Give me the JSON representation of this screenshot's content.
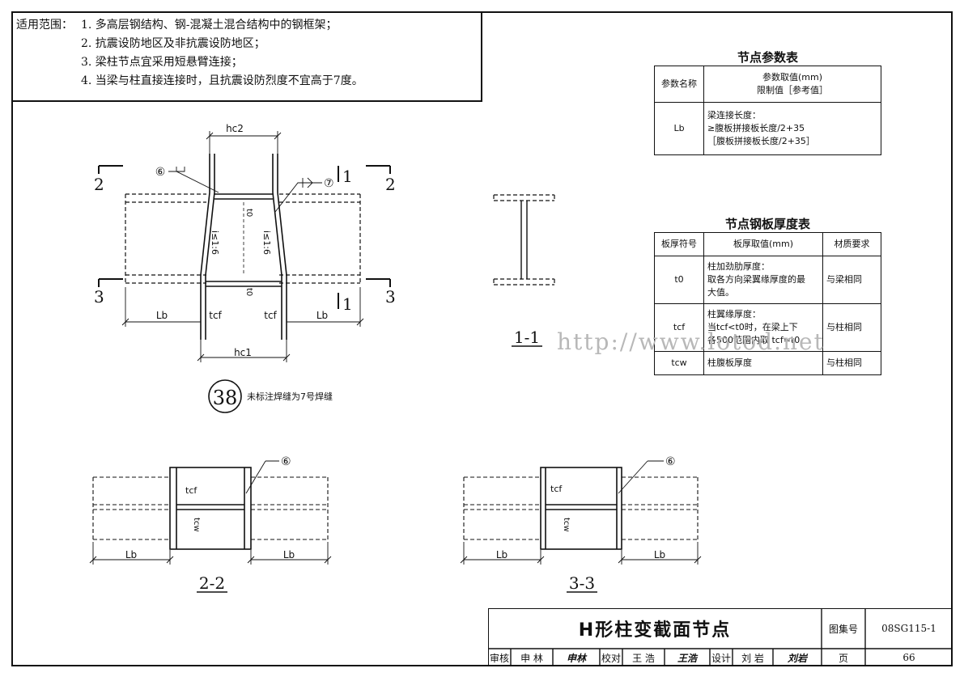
{
  "scope": {
    "lead": "适用范围：",
    "items": [
      "1. 多高层钢结构、钢-混凝土混合结构中的钢框架；",
      "2. 抗震设防地区及非抗震设防地区；",
      "3. 梁柱节点宜采用短悬臂连接；",
      "4. 当梁与柱直接连接时，且抗震设防烈度不宜高于7度。"
    ]
  },
  "param_table": {
    "title": "节点参数表",
    "head_name": "参数名称",
    "head_value_1": "参数取值(mm)",
    "head_value_2": "限制值［参考值］",
    "row_name": "Lb",
    "row_lines": [
      "梁连接长度：",
      "≥腹板拼接板长度/2+35",
      "［腹板拼接板长度/2+35］"
    ]
  },
  "plate_table": {
    "title": "节点钢板厚度表",
    "headers": [
      "板厚符号",
      "板厚取值(mm)",
      "材质要求"
    ],
    "rows": [
      {
        "sym": "t0",
        "lines": [
          "柱加劲肋厚度：",
          "取各方向梁翼缘厚度的最",
          "大值。"
        ],
        "mat": "与梁相同"
      },
      {
        "sym": "tcf",
        "lines": [
          "柱翼缘厚度：",
          "当tcf<t0时，在梁上下",
          "各500范围内取 tcf=t0"
        ],
        "mat": "与柱相同"
      },
      {
        "sym": "tcw",
        "lines": [
          "柱腹板厚度"
        ],
        "mat": "与柱相同"
      }
    ]
  },
  "elevation": {
    "hc2": "hc2",
    "hc1": "hc1",
    "lb": "Lb",
    "tcf": "tcf",
    "slope": "i≤1:6",
    "t0": "t0",
    "weld6": "⑥",
    "weld7": "⑦",
    "sec1": "1",
    "sec2": "2",
    "sec3": "3",
    "node_no": "38",
    "note": "未标注焊缝为7号焊缝"
  },
  "section11": {
    "label": "1-1"
  },
  "section22": {
    "label": "2-2",
    "lb": "Lb",
    "tcf": "tcf",
    "tcw": "tcw",
    "weld": "⑥"
  },
  "section33": {
    "label": "3-3",
    "lb": "Lb",
    "tcf": "tcf",
    "tcw": "tcw",
    "weld": "⑥"
  },
  "watermark": "http://www.lotod.net",
  "title_block": {
    "title": "H形柱变截面节点",
    "atlas_label": "图集号",
    "atlas_no": "08SG115-1",
    "page_label": "页",
    "page_no": "66",
    "review": "审核",
    "reviewer": "申 林",
    "reviewer_sig": "申林",
    "check": "校对",
    "checker": "王 浩",
    "checker_sig": "王浩",
    "design": "设计",
    "designer": "刘 岩",
    "designer_sig": "刘岩"
  }
}
